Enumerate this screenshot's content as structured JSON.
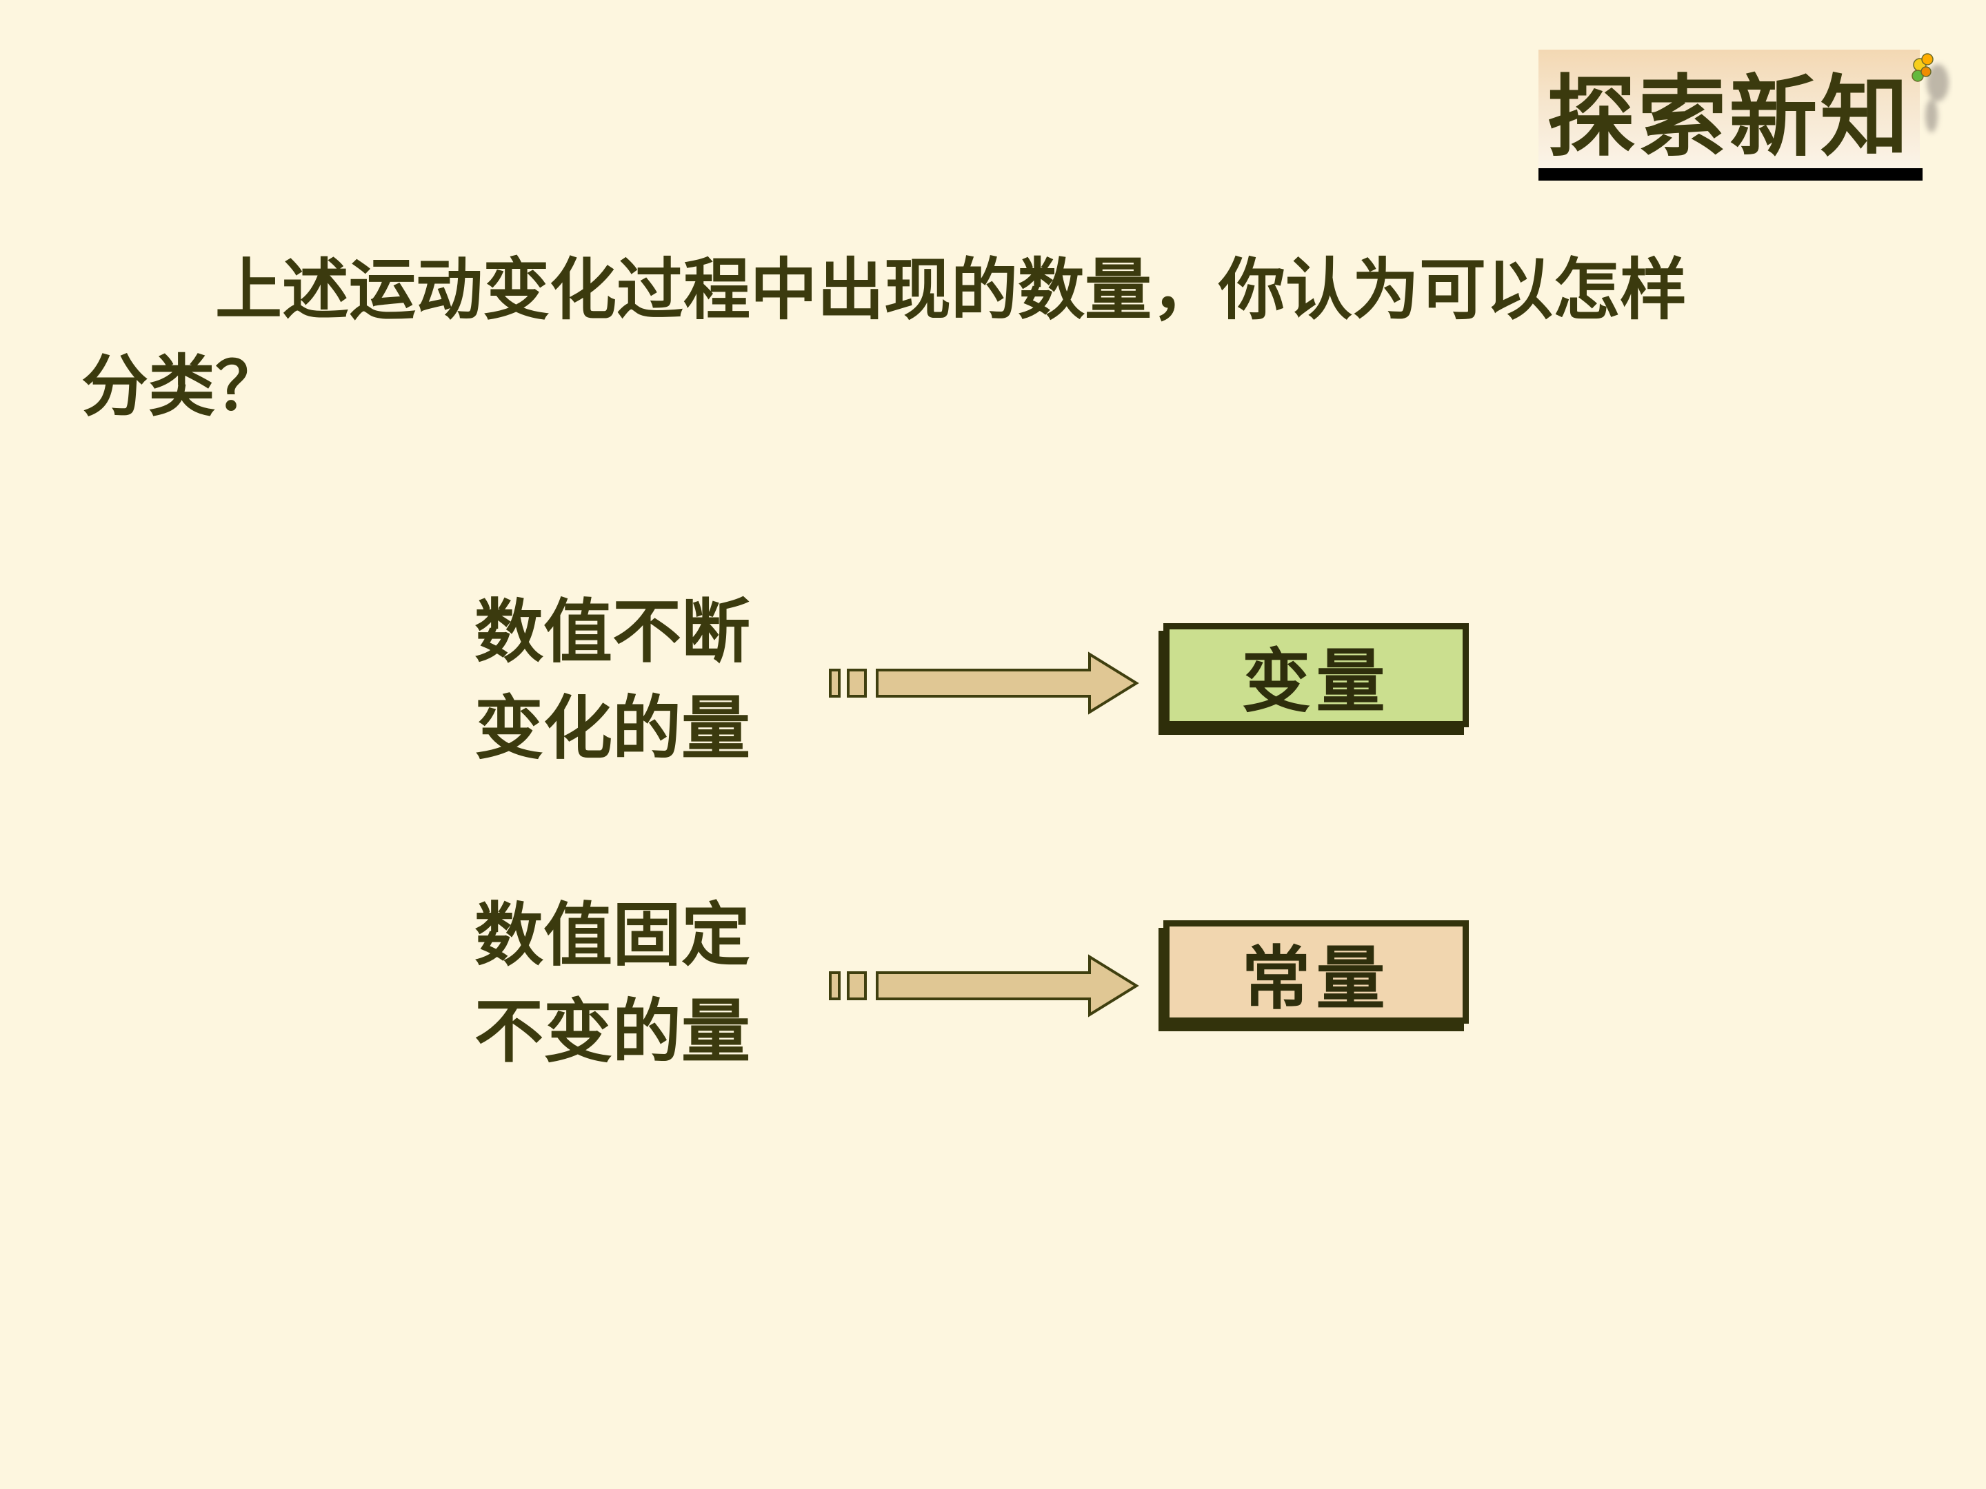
{
  "header": {
    "title": "探索新知"
  },
  "question": {
    "line1": "上述运动变化过程中出现的数量，你认为可以怎样",
    "line2": "分类？"
  },
  "classification": {
    "rows": [
      {
        "label_line1": "数值不断",
        "label_line2": "变化的量",
        "result": "变量"
      },
      {
        "label_line1": "数值固定",
        "label_line2": "不变的量",
        "result": "常量"
      }
    ]
  },
  "icons": {
    "arrow": "striped-right-arrow",
    "decoration": "leaf-cluster"
  },
  "colors": {
    "background": "#FDF6DF",
    "text": "#3B3A0E",
    "header_gradient_top": "#F3D8B3",
    "header_gradient_bottom": "#FBF4E8",
    "header_underline": "#000000",
    "arrow_fill": "#E0C794",
    "arrow_stroke": "#3F3F0F",
    "variable_box_fill": "#CBDF8F",
    "variable_box_border": "#2E2E0A",
    "constant_box_fill": "#F1D6AF",
    "constant_box_border": "#33330C"
  }
}
